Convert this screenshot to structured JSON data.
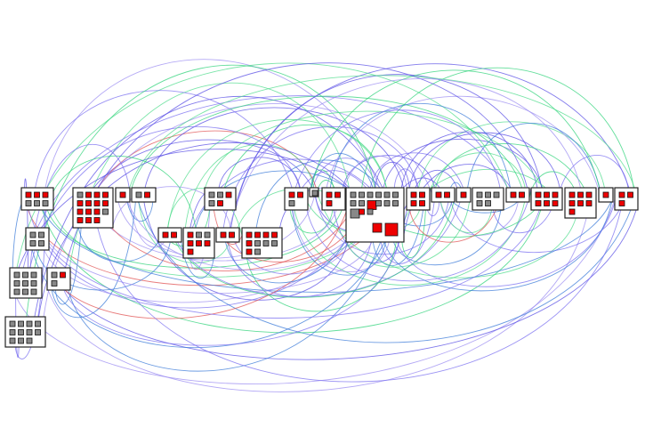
{
  "colors": {
    "background": "#ffffff",
    "frame_stroke": "#222222",
    "node_stroke": "#111111",
    "node_red": "#ee0000",
    "node_gray": "#888888",
    "edge_palette": [
      "#5a4fe6",
      "#4fdc8c",
      "#7a6ff0",
      "#2fd37a",
      "#3a7ad8",
      "#9b8cf2",
      "#e05050"
    ]
  },
  "diagram": {
    "groups": [
      {
        "id": "g01",
        "cols": 3,
        "nodes": [
          "red",
          "red",
          "red",
          "gray",
          "gray",
          "gray"
        ]
      },
      {
        "id": "g02",
        "cols": 2,
        "nodes": [
          "gray",
          "gray",
          "gray",
          "gray"
        ]
      },
      {
        "id": "g03",
        "cols": 3,
        "nodes": [
          "gray",
          "gray",
          "gray",
          "gray",
          "gray",
          "gray",
          "gray",
          "gray",
          "gray"
        ]
      },
      {
        "id": "g04",
        "cols": 2,
        "nodes": [
          "gray",
          "red",
          "gray"
        ]
      },
      {
        "id": "g05",
        "cols": 4,
        "nodes": [
          "gray",
          "gray",
          "gray",
          "gray",
          "gray",
          "gray",
          "gray",
          "gray",
          "gray",
          "gray",
          "gray"
        ]
      },
      {
        "id": "g06",
        "cols": 4,
        "nodes": [
          "gray",
          "red",
          "red",
          "red",
          "red",
          "red",
          "red",
          "red",
          "red",
          "red",
          "red",
          "gray",
          "red",
          "red",
          "red"
        ]
      },
      {
        "id": "g07",
        "cols": 1,
        "nodes": [
          "red"
        ]
      },
      {
        "id": "g08",
        "cols": 2,
        "nodes": [
          "gray",
          "red"
        ]
      },
      {
        "id": "g09",
        "cols": 3,
        "nodes": [
          "gray",
          "gray",
          "red",
          "gray",
          "red"
        ]
      },
      {
        "id": "g10",
        "cols": 2,
        "nodes": [
          "red",
          "red"
        ]
      },
      {
        "id": "g11",
        "cols": 3,
        "nodes": [
          "red",
          "gray",
          "gray",
          "red",
          "red",
          "red",
          "red"
        ]
      },
      {
        "id": "g12",
        "cols": 2,
        "nodes": [
          "red",
          "red"
        ]
      },
      {
        "id": "g13",
        "cols": 4,
        "nodes": [
          "red",
          "red",
          "red",
          "red",
          "red",
          "gray",
          "gray",
          "gray",
          "red",
          "gray"
        ]
      },
      {
        "id": "g14",
        "cols": 2,
        "nodes": [
          "red",
          "red",
          "gray"
        ]
      },
      {
        "id": "g15",
        "cols": 1,
        "nodes": [
          "gray"
        ]
      },
      {
        "id": "g16",
        "cols": 2,
        "nodes": [
          "red",
          "red",
          "red"
        ]
      },
      {
        "id": "g17",
        "cols": 6,
        "nodes": [
          "gray",
          "gray",
          "gray",
          "gray",
          "gray",
          "gray",
          "gray",
          "gray",
          "red",
          "gray",
          "gray",
          "gray",
          "gray",
          "red",
          "gray",
          "red",
          "red"
        ]
      },
      {
        "id": "g18",
        "cols": 2,
        "nodes": [
          "red",
          "red",
          "red",
          "red"
        ]
      },
      {
        "id": "g19",
        "cols": 2,
        "nodes": [
          "red",
          "red"
        ]
      },
      {
        "id": "g20",
        "cols": 1,
        "nodes": [
          "red"
        ]
      },
      {
        "id": "g21",
        "cols": 3,
        "nodes": [
          "gray",
          "gray",
          "gray",
          "gray",
          "gray"
        ]
      },
      {
        "id": "g22",
        "cols": 2,
        "nodes": [
          "red",
          "red"
        ]
      },
      {
        "id": "g23",
        "cols": 3,
        "nodes": [
          "red",
          "red",
          "red",
          "red",
          "red",
          "red"
        ]
      },
      {
        "id": "g24",
        "cols": 3,
        "nodes": [
          "red",
          "red",
          "red",
          "red",
          "red",
          "red",
          "red"
        ]
      },
      {
        "id": "g25",
        "cols": 1,
        "nodes": [
          "red"
        ]
      },
      {
        "id": "g26",
        "cols": 2,
        "nodes": [
          "red",
          "red",
          "red"
        ]
      }
    ],
    "edge_count": 140
  }
}
